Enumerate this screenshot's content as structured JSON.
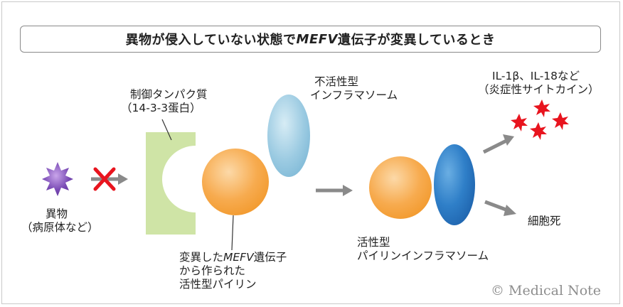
{
  "title": {
    "prefix": "異物が侵入していない状態で",
    "gene": "MEFV",
    "suffix": "遺伝子が変異しているとき"
  },
  "labels": {
    "foreign_line1": "異物",
    "foreign_line2": "（病原体など）",
    "control_line1": "制御タンパク質",
    "control_line2": "（14-3-3蛋白）",
    "inactive_line1": "不活性型",
    "inactive_line2": "インフラマソーム",
    "mutant_line1_pre": "変異した",
    "mutant_line1_gene": "MEFV",
    "mutant_line1_post": "遺伝子",
    "mutant_line2": "から作られた",
    "mutant_line3": "活性型パイリン",
    "active_line1": "活性型",
    "active_line2": "パイリンインフラマソーム",
    "cytokine_line1": "IL-1β、IL-18など",
    "cytokine_line2": "（炎症性サイトカイン）",
    "cell_death": "細胞死"
  },
  "copyright": "© Medical Note",
  "colors": {
    "purple_star": "#6a3fa0",
    "red_x": "#e8141e",
    "green_block": "#cfe4a6",
    "orange_circle": "#f5a03a",
    "light_blue_oval": "#8ec3dc",
    "dark_blue_oval": "#2a78c2",
    "red_burst": "#e8141e",
    "arrow_gray": "#8a8a8a"
  },
  "icons": [
    "pathogen-star-icon",
    "blocked-x-icon",
    "cytokine-burst-icon"
  ]
}
